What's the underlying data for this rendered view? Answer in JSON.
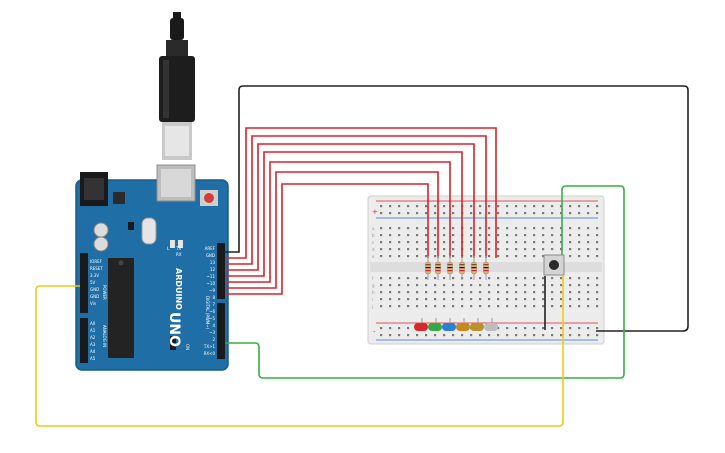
{
  "board": {
    "brand": "ARDUINO",
    "model": "UNO",
    "power_header_label": "POWER",
    "analog_header_label": "ANALOG IN",
    "digital_header_label": "DIGITAL (PWM~)",
    "on_label": "ON",
    "power_pins": [
      "IOREF",
      "RESET",
      "3.3V",
      "5V",
      "GND",
      "GND",
      "Vin"
    ],
    "analog_pins": [
      "A0",
      "A1",
      "A2",
      "A3",
      "A4",
      "A5"
    ],
    "digital_pins_top": [
      "AREF",
      "GND",
      "13",
      "12",
      "~11",
      "~10",
      "~9",
      "8"
    ],
    "digital_pins_bottom": [
      "7",
      "~6",
      "~5",
      "4",
      "~3",
      "2",
      "TX>1",
      "RX<0"
    ],
    "led_labels": [
      "L",
      "TX",
      "RX"
    ]
  },
  "breadboard": {
    "column_numbers_visible": true,
    "row_letters": [
      "a",
      "b",
      "c",
      "d",
      "e",
      "f",
      "g",
      "h",
      "i",
      "j"
    ],
    "rail_plus": "+",
    "rail_minus": "-"
  },
  "components": {
    "resistors": 6,
    "leds": [
      "red",
      "green",
      "blue",
      "orange",
      "yellow",
      "white"
    ],
    "pushbutton": 1
  },
  "colors": {
    "board": "#1f6ea6",
    "wire_red": "#d9222a",
    "wire_black": "#222222",
    "wire_green": "#35b042",
    "wire_yellow": "#f2c81b",
    "breadboard": "#ececec"
  }
}
